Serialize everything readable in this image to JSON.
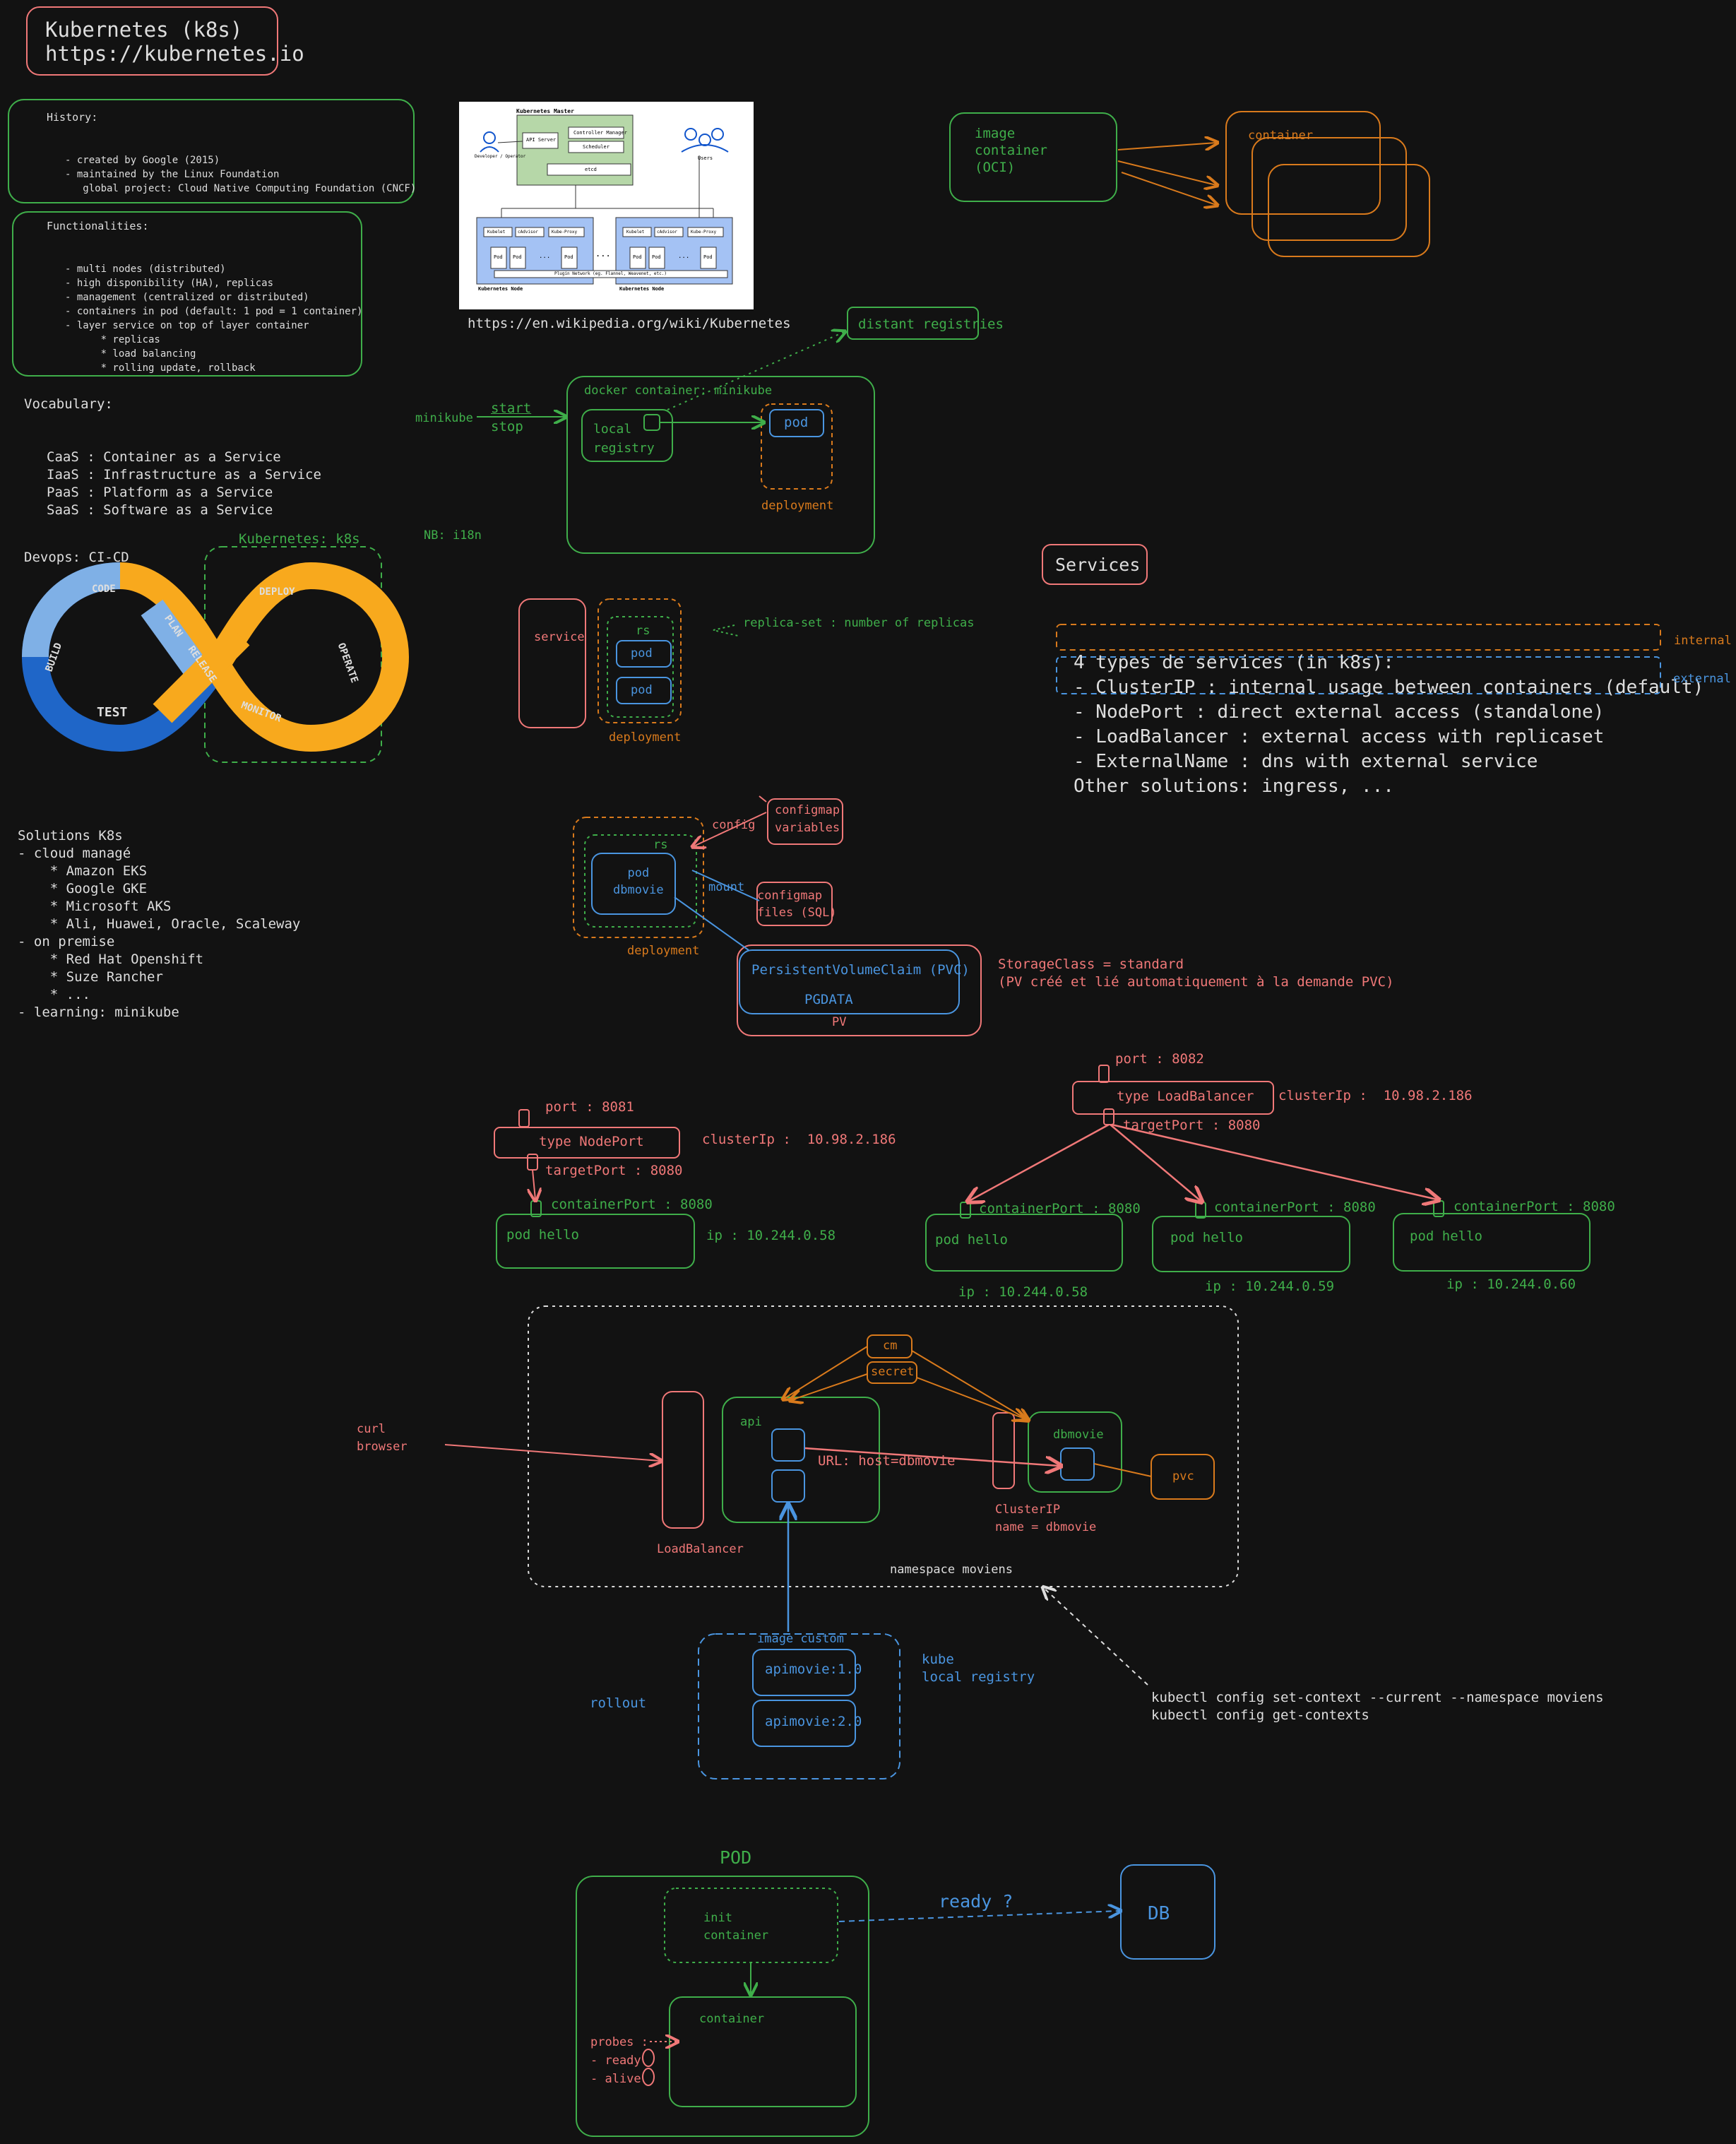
{
  "colors": {
    "background": "#121212",
    "white": "#dedede",
    "green": "#3fae4a",
    "red": "#f07878",
    "orange": "#d97a1c",
    "blue": "#4a95e0"
  },
  "title": {
    "line1": "Kubernetes (k8s)",
    "line2": "https://kubernetes.io"
  },
  "history": {
    "heading": "History:",
    "lines": [
      "- created by Google (2015)",
      "- maintained by the Linux Foundation",
      "   global project: Cloud Native Computing Foundation (CNCF)"
    ]
  },
  "functionalities": {
    "heading": "Functionalities:",
    "lines": [
      "- multi nodes (distributed)",
      "- high disponibility (HA), replicas",
      "- management (centralized or distributed)",
      "- containers in pod (default: 1 pod = 1 container)",
      "- layer service on top of layer container",
      "      * replicas",
      "      * load balancing",
      "      * rolling update, rollback"
    ]
  },
  "vocabulary": {
    "heading": "Vocabulary:",
    "lines": [
      "CaaS : Container as a Service",
      "",
      "IaaS : Infrastructure as a Service",
      "PaaS : Platform as a Service",
      "SaaS : Software as a Service"
    ]
  },
  "devops": {
    "heading": "Devops: CI-CD",
    "k8s_label": "Kubernetes: k8s",
    "loop_labels": [
      "CODE",
      "BUILD",
      "TEST",
      "PLAN",
      "RELEASE",
      "DEPLOY",
      "OPERATE",
      "MONITOR"
    ]
  },
  "solutions": {
    "lines": [
      "Solutions K8s",
      "- cloud managé",
      "    * Amazon EKS",
      "    * Google GKE",
      "    * Microsoft AKS",
      "    * Ali, Huawei, Oracle, Scaleway",
      "",
      "- on premise",
      "    * Red Hat Openshift",
      "    * Suze Rancher",
      "    * ...",
      "",
      "- learning: minikube"
    ]
  },
  "wiki": {
    "url": "https://en.wikipedia.org/wiki/Kubernetes",
    "master": "Kubernetes Master",
    "api": "API Server",
    "cm": "Controller Manager",
    "sched": "Scheduler",
    "etcd": "etcd",
    "dev": "Developer / Operator",
    "users": "Users",
    "kubelet": "Kubelet",
    "cadvisor": "cAdvisor",
    "proxy": "Kube-Proxy",
    "pod": "Pod",
    "dots": "...",
    "net": "Plugin Network (eg. Flannel, Weavenet, etc.)",
    "node": "Kubernetes Node"
  },
  "image_section": {
    "image": "image\ncontainer\n(OCI)",
    "container": "container"
  },
  "minikube": {
    "distant": "distant registries",
    "docker": "docker container: minikube",
    "label": "minikube",
    "start": "start",
    "stop": "stop",
    "registry": "local\nregistry",
    "pod": "pod",
    "deployment": "deployment",
    "nb": "NB: i18n"
  },
  "rs_section": {
    "service": "service",
    "rs": "rs",
    "pod": "pod",
    "deployment": "deployment",
    "note": "replica-set : number of replicas"
  },
  "services": {
    "title": "Services",
    "lines": [
      "4 types de services (in k8s):",
      "- ClusterIP : internal usage between containers (default)",
      "- NodePort : direct external access (standalone)",
      "- LoadBalancer : external access with replicaset",
      "- ExternalName : dns with external service",
      "",
      "Other solutions: ingress, ..."
    ],
    "internal": "internal",
    "external": "external"
  },
  "db_section": {
    "configmap_vars": "configmap\nvariables",
    "config": "config",
    "rs": "rs",
    "pod": "pod\ndbmovie",
    "mount": "mount",
    "configmap_files": "configmap\nfiles (SQL)",
    "deployment": "deployment",
    "pvc": "PersistentVolumeClaim (PVC)",
    "pgdata": "PGDATA",
    "pv": "PV",
    "storage": "StorageClass = standard\n(PV créé et lié automatiquement à la demande PVC)"
  },
  "nodeport": {
    "port": "port : 8081",
    "type": "type NodePort",
    "clusterip": "clusterIp :  10.98.2.186",
    "target": "targetPort : 8080",
    "cport": "containerPort : 8080",
    "pod": "pod hello",
    "ip": "ip : 10.244.0.58"
  },
  "loadbalancer": {
    "port": "port : 8082",
    "type": "type LoadBalancer",
    "clusterip": "clusterIp :  10.98.2.186",
    "target": "targetPort : 8080",
    "pods": [
      {
        "cport": "containerPort : 8080",
        "name": "pod hello",
        "ip": "ip : 10.244.0.58"
      },
      {
        "cport": "containerPort : 8080",
        "name": "pod hello",
        "ip": "ip : 10.244.0.59"
      },
      {
        "cport": "containerPort : 8080",
        "name": "pod hello",
        "ip": "ip : 10.244.0.60"
      }
    ]
  },
  "namespace": {
    "cm": "cm",
    "secret": "secret",
    "curl": "curl\nbrowser",
    "api": "api",
    "url": "URL: host=dbmovie",
    "dbmovie": "dbmovie",
    "pvc": "pvc",
    "lb": "LoadBalancer",
    "clusterip": "ClusterIP\nname = dbmovie",
    "ns": "namespace moviens",
    "image": "image custom",
    "v1": "apimovie:1.0",
    "v2": "apimovie:2.0",
    "kube": "kube\nlocal registry",
    "rollout": "rollout",
    "cmd": "kubectl config set-context --current --namespace moviens\nkubectl config get-contexts"
  },
  "pod_section": {
    "title": "POD",
    "init": "init\ncontainer",
    "container": "container",
    "ready": "ready ?",
    "db": "DB",
    "probes": "probes :\n- ready\n- alive"
  }
}
